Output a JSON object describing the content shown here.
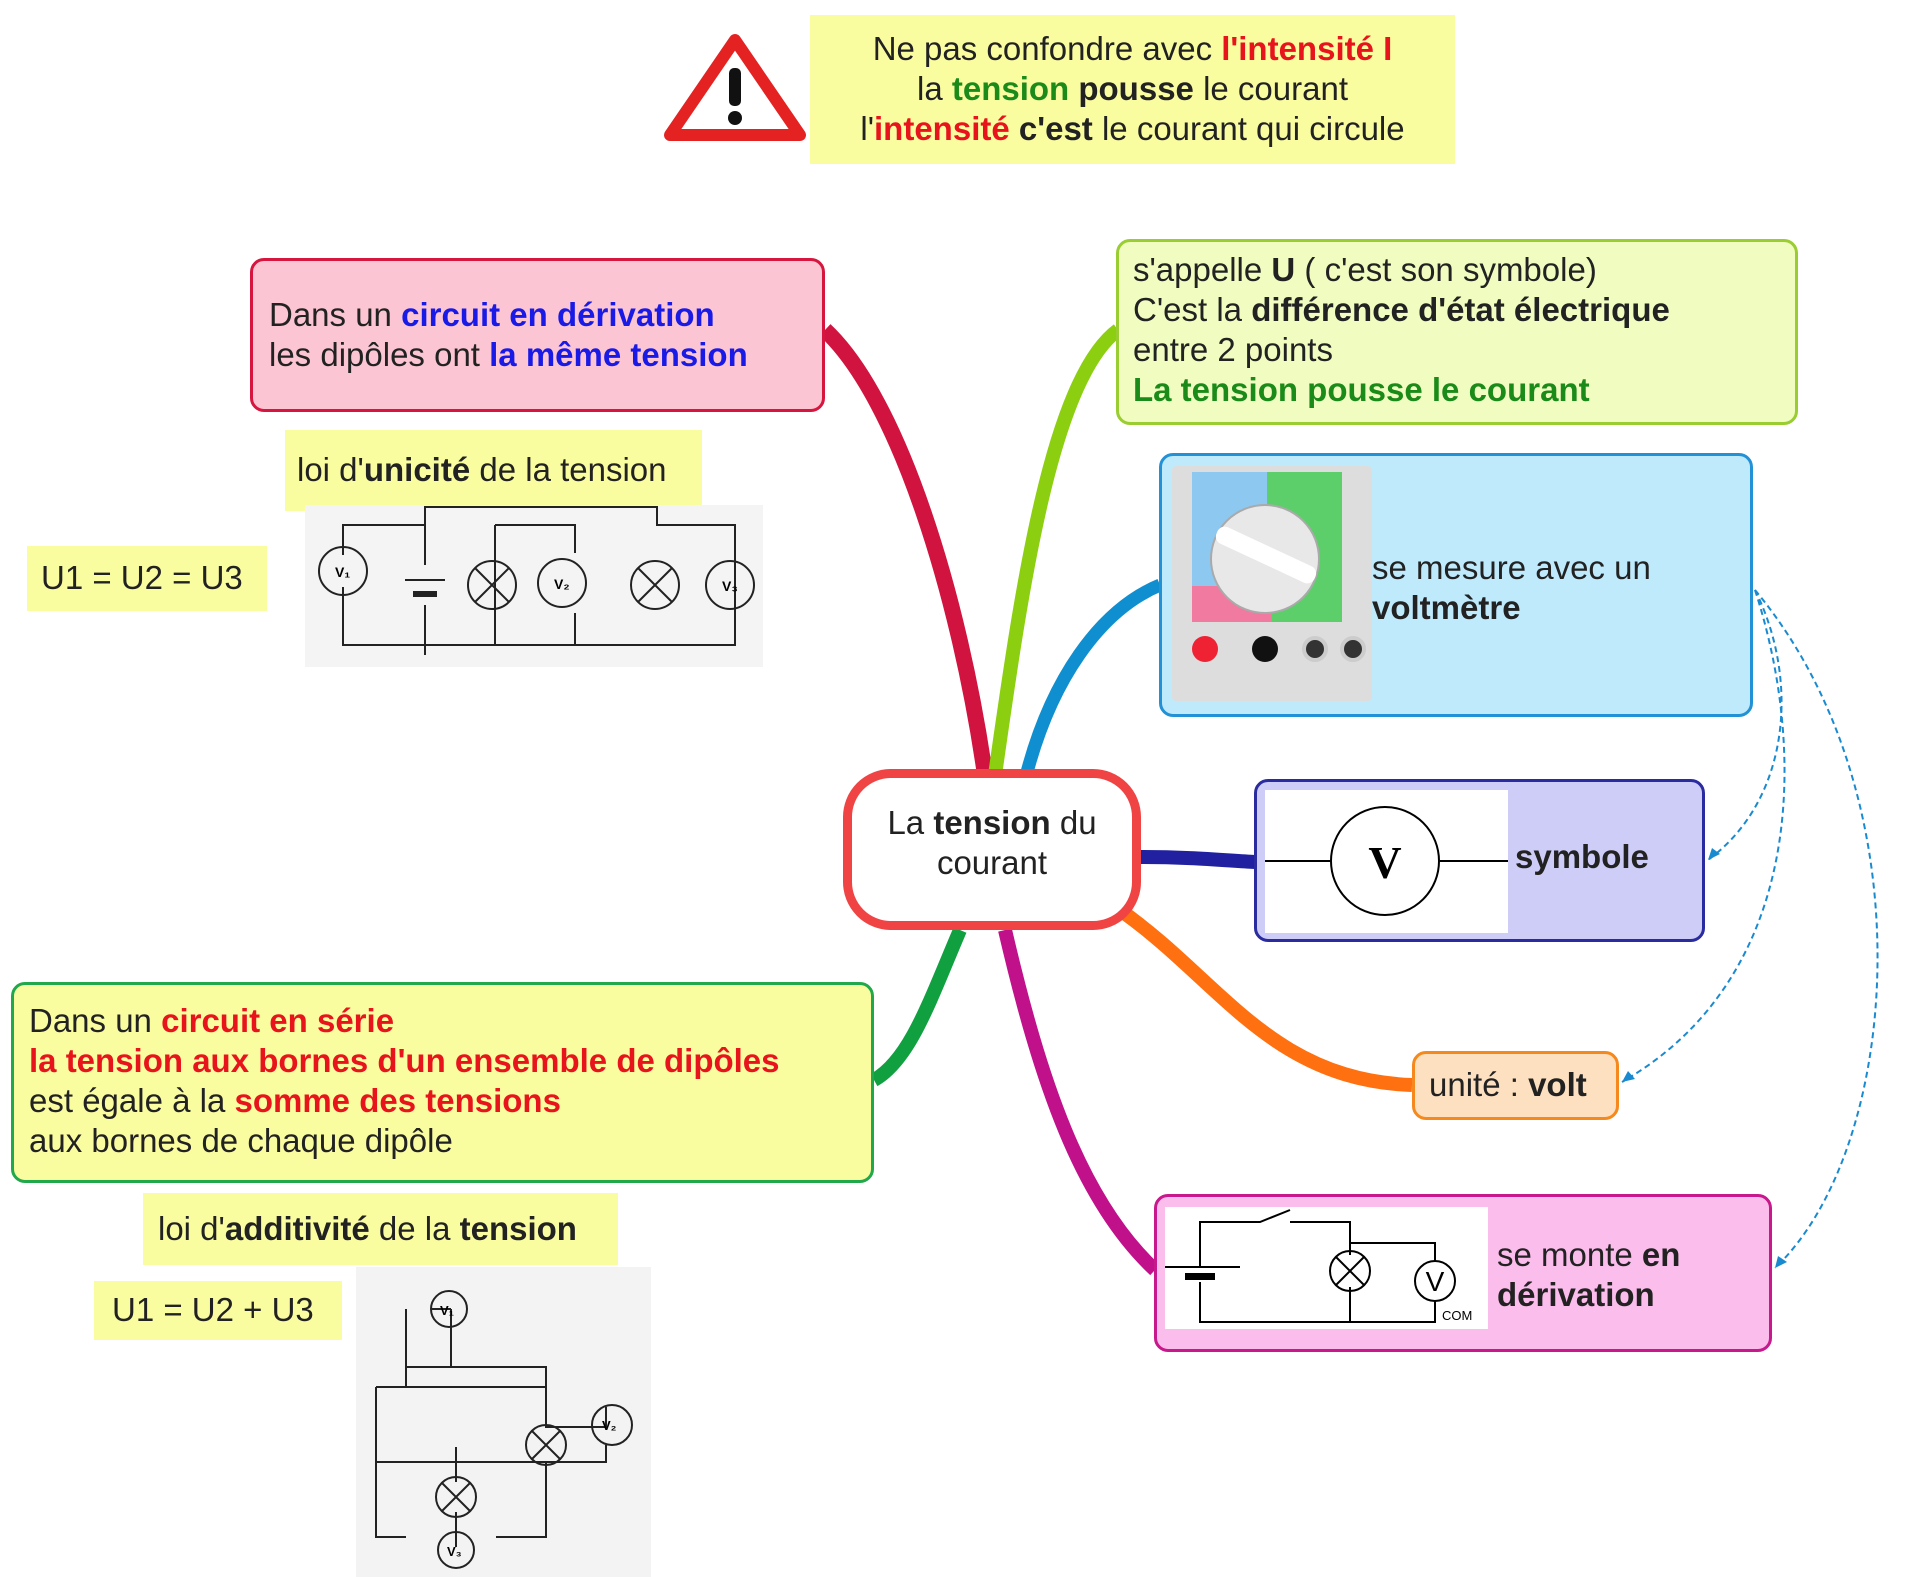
{
  "warning": {
    "l1a": "Ne pas confondre avec ",
    "l1b": "l'intensité I",
    "l2a": "la ",
    "l2b": "tension",
    "l2c": " pousse",
    "l2d": " le courant",
    "l3a": "l'",
    "l3b": "intensité",
    "l3c": " c'est",
    "l3d": " le courant qui circule"
  },
  "center": {
    "a": "La ",
    "b": "tension",
    "c": " du",
    "d": "courant"
  },
  "derivation": {
    "a": "Dans un ",
    "b": "circuit en dérivation",
    "c": "les dipôles ont ",
    "d": "la même tension"
  },
  "unicite": {
    "a": "loi d'",
    "b": "unicité",
    "c": " de la tension",
    "formula": "U1 = U2 = U3"
  },
  "definition": {
    "l1a": "s'appelle ",
    "l1b": "U",
    "l1c": " ( c'est son symbole)",
    "l2a": "C'est la ",
    "l2b": "différence d'état électrique",
    "l3": "entre 2 points",
    "l4": "La tension pousse le courant"
  },
  "measure": {
    "a": "se mesure avec un",
    "b": "voltmètre"
  },
  "symbol": {
    "label": "symbole",
    "glyph": "V"
  },
  "unit": {
    "a": "unité : ",
    "b": "volt"
  },
  "mount": {
    "a": "se monte ",
    "b": "en",
    "c": "dérivation",
    "com": "COM",
    "v": "V"
  },
  "serie": {
    "a": "Dans un ",
    "b": "circuit en série",
    "l2": "la tension aux bornes d'un ensemble de dipôles",
    "l3a": "est égale à la ",
    "l3b": "somme des tensions",
    "l4": "aux bornes de chaque dipôle"
  },
  "additivite": {
    "a": "loi d'",
    "b": "additivité",
    "c": " de la ",
    "d": "tension",
    "formula": "U1 = U2 + U3"
  },
  "circuit_labels": {
    "v1": "V₁",
    "v2": "V₂",
    "v3": "V₃"
  }
}
